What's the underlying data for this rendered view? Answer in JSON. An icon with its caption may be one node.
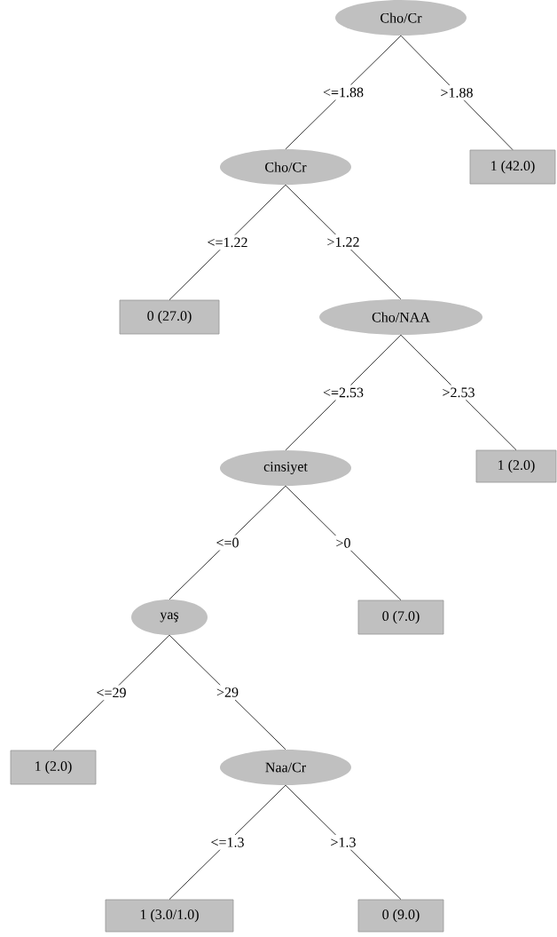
{
  "diagram": {
    "nodes": [
      {
        "text": [
          "Cho/Cr"
        ]
      },
      {
        "text": [
          "Cho/Cr"
        ]
      },
      {
        "text": [
          "1 (42.0)"
        ]
      },
      {
        "text": [
          "0 (27.0)"
        ]
      },
      {
        "text": [
          "Cho/NAA"
        ]
      },
      {
        "text": [
          "cinsiyet"
        ]
      },
      {
        "text": [
          "1 (2.0)"
        ]
      },
      {
        "text": [
          "yaş"
        ]
      },
      {
        "text": [
          "0 (7.0)"
        ]
      },
      {
        "text": [
          "1 (2.0)"
        ]
      },
      {
        "text": [
          "Naa/Cr"
        ]
      },
      {
        "text": [
          "1 (3.0/1.0)"
        ]
      },
      {
        "text": [
          "0 (9.0)"
        ]
      }
    ],
    "edges": [
      {
        "from": 0,
        "to": 1,
        "arrow": "none",
        "label": "<=1.88"
      },
      {
        "from": 0,
        "to": 2,
        "arrow": "none",
        "label": ">1.88"
      },
      {
        "from": 1,
        "to": 3,
        "arrow": "none",
        "label": "<=1.22"
      },
      {
        "from": 1,
        "to": 4,
        "arrow": "none",
        "label": ">1.22"
      },
      {
        "from": 4,
        "to": 5,
        "arrow": "none",
        "label": "<=2.53"
      },
      {
        "from": 4,
        "to": 6,
        "arrow": "none",
        "label": ">2.53"
      },
      {
        "from": 5,
        "to": 7,
        "arrow": "none",
        "label": "<=0"
      },
      {
        "from": 5,
        "to": 8,
        "arrow": "none",
        "label": ">0"
      },
      {
        "from": 7,
        "to": 9,
        "arrow": "none",
        "label": "<=29"
      },
      {
        "from": 7,
        "to": 10,
        "arrow": "none",
        "label": ">29"
      },
      {
        "from": 10,
        "to": 11,
        "arrow": "none",
        "label": "<=1.3"
      },
      {
        "from": 10,
        "to": 12,
        "arrow": "none",
        "label": ">1.3"
      }
    ]
  }
}
